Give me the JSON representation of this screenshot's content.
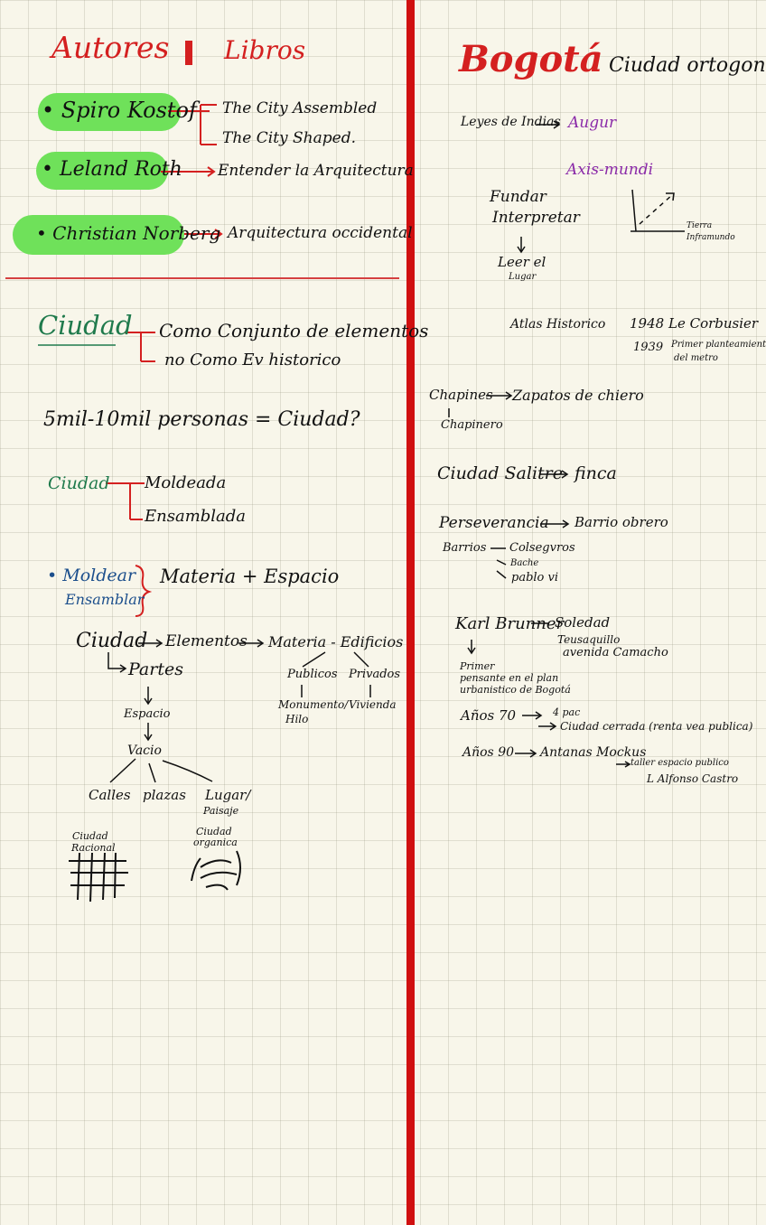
{
  "left": {
    "title_authors": "Autores",
    "title_books": "Libros",
    "authors": [
      {
        "name": "Spiro Kostof",
        "books": [
          "The City Assembled",
          "The City Shaped."
        ]
      },
      {
        "name": "Leland Roth",
        "books": [
          "Entender la Arquitectura"
        ]
      },
      {
        "name": "Christian Norberg",
        "books": [
          "Arquitectura occidental"
        ]
      }
    ],
    "ciudad_heading": "Ciudad",
    "ciudad_def_1": "Como Conjunto de elementos",
    "ciudad_def_2": "no Como Ev historico",
    "population_question": "5mil-10mil personas = Ciudad?",
    "ciudad_label_2": "Ciudad",
    "moldeada": "Moldeada",
    "ensamblada": "Ensamblada",
    "moldear": "Moldear",
    "ensamblar": "Ensamblar",
    "materia_espacio": "Materia + Espacio",
    "diagram": {
      "ciudad": "Ciudad",
      "elementos": "Elementos",
      "materia_edificios": "Materia - Edificios",
      "partes": "Partes",
      "publicos": "Publicos",
      "privados": "Privados",
      "monumento": "Monumento/",
      "hilo": "Hilo",
      "vivienda": "Vivienda",
      "espacio": "Espacio",
      "vacio": "Vacio",
      "calles": "Calles",
      "plazas": "plazas",
      "lugar": "Lugar/",
      "paisaje": "Paisaje",
      "ciudad_racional_1": "Ciudad",
      "ciudad_racional_2": "Racional",
      "ciudad_organica_1": "Ciudad",
      "ciudad_organica_2": "organica"
    }
  },
  "right": {
    "title": "Bogotá",
    "subtitle": "Ciudad ortogonal",
    "leyes": "Leyes de Indias",
    "augur": "Augur",
    "axis_mundi": "Axis-mundi",
    "fundar": "Fundar",
    "interpretar": "Interpretar",
    "leer_1": "Leer el",
    "leer_2": "Lugar",
    "tierra": "Tierra",
    "inframundo": "Inframundo",
    "atlas": "Atlas Historico",
    "year_1948": "1948",
    "corbusier": "Le Corbusier",
    "year_1939": "1939",
    "planteamiento_1": "Primer planteamiento",
    "planteamiento_2": "del metro",
    "chapines": "Chapines",
    "zapatos": "Zapatos de chiero",
    "chapinero": "Chapinero",
    "salitre": "Ciudad Salitre",
    "finca": "finca",
    "perseverancia": "Perseverancia",
    "barrio_obrero": "Barrio obrero",
    "barrios": "Barrios",
    "colsegvros": "Colsegvros",
    "bache": "Bache",
    "pablo": "pablo vi",
    "brunner": "Karl Brunner",
    "soledad": "Soledad",
    "teusaquillo": "Teusaquillo",
    "camacho": "avenida Camacho",
    "primer_1": "Primer",
    "primer_2": "pensante en el plan",
    "primer_3": "urbanistico de Bogotá",
    "anos70": "Años 70",
    "cuatro_pac": "4 pac",
    "ciudad_cerrada": "Ciudad cerrada (renta vea publica)",
    "anos90": "Años 90",
    "antanas": "Antanas Mockus",
    "taller": "taller espacio publico",
    "alfonso": "L Alfonso Castro"
  },
  "colors": {
    "red": "#d42020",
    "green_highlight": "#6fe15a",
    "ink": "#111111",
    "teal": "#1f7a4c",
    "blue": "#1c4f8c",
    "purple": "#8a2aa8"
  }
}
